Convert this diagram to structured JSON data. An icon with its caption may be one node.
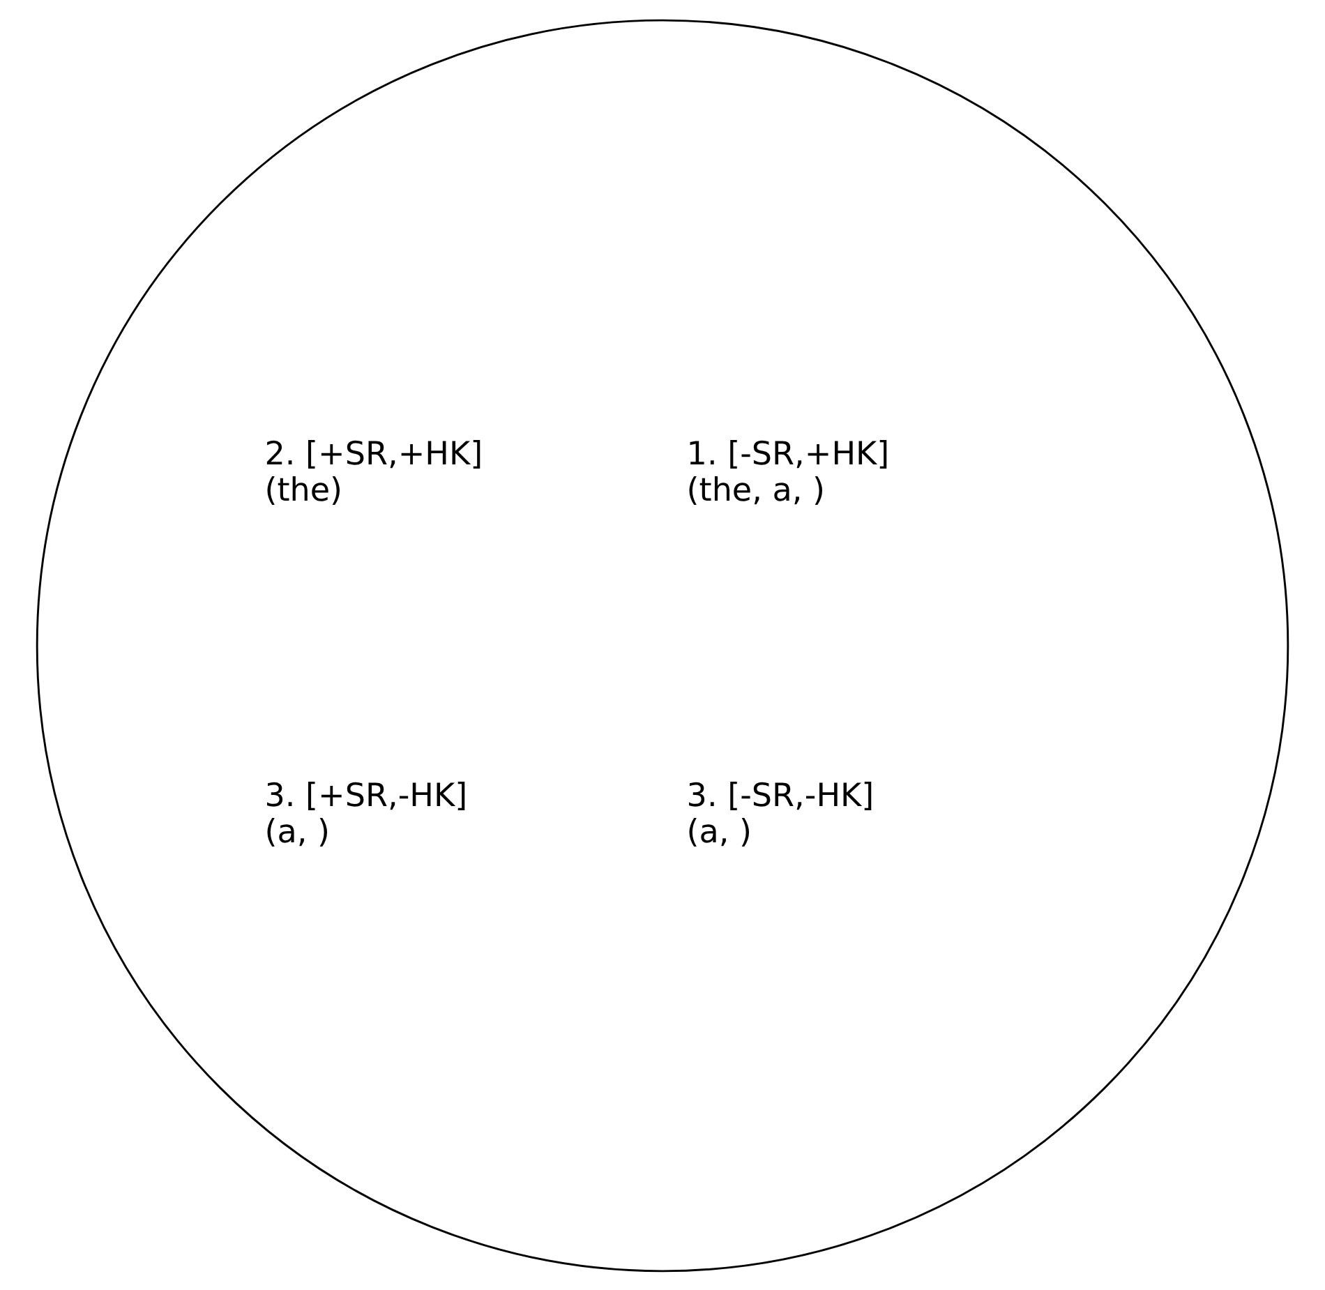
{
  "diagram": {
    "nodes": [
      {
        "text": [
          "2. [+SR,+HK] (the)",
          "1. [-SR,+HK] (the, a, )",
          "3. [+SR,-HK] (a, )",
          "3. [-SR,-HK] (a, )"
        ]
      }
    ]
  }
}
